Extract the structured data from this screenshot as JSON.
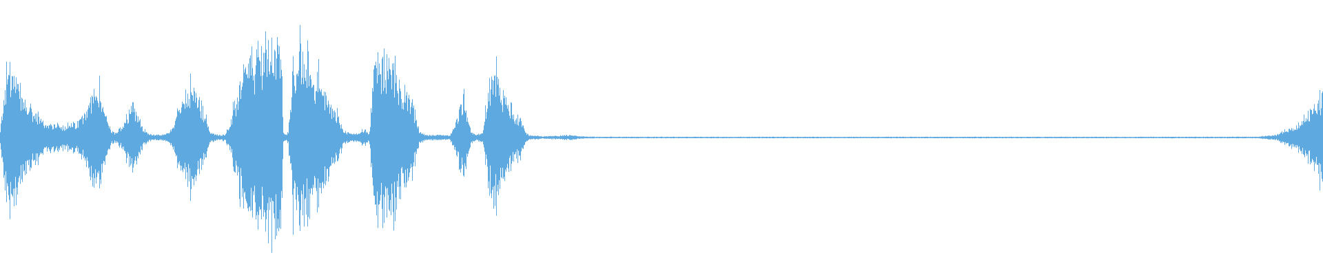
{
  "waveform": {
    "color": "#5ea9e0",
    "description_free": true,
    "envelope": [
      [
        0.0,
        0.05
      ],
      [
        0.003,
        0.35
      ],
      [
        0.006,
        0.55
      ],
      [
        0.008,
        0.6
      ],
      [
        0.011,
        0.45
      ],
      [
        0.015,
        0.38
      ],
      [
        0.02,
        0.28
      ],
      [
        0.025,
        0.22
      ],
      [
        0.03,
        0.14
      ],
      [
        0.04,
        0.1
      ],
      [
        0.05,
        0.1
      ],
      [
        0.058,
        0.11
      ],
      [
        0.063,
        0.2
      ],
      [
        0.068,
        0.32
      ],
      [
        0.072,
        0.4
      ],
      [
        0.076,
        0.32
      ],
      [
        0.08,
        0.18
      ],
      [
        0.084,
        0.05
      ],
      [
        0.088,
        0.04
      ],
      [
        0.092,
        0.1
      ],
      [
        0.096,
        0.2
      ],
      [
        0.1,
        0.32
      ],
      [
        0.104,
        0.2
      ],
      [
        0.108,
        0.07
      ],
      [
        0.113,
        0.03
      ],
      [
        0.12,
        0.02
      ],
      [
        0.126,
        0.03
      ],
      [
        0.131,
        0.1
      ],
      [
        0.136,
        0.28
      ],
      [
        0.141,
        0.36
      ],
      [
        0.146,
        0.4
      ],
      [
        0.151,
        0.3
      ],
      [
        0.155,
        0.2
      ],
      [
        0.159,
        0.04
      ],
      [
        0.165,
        0.02
      ],
      [
        0.17,
        0.03
      ],
      [
        0.175,
        0.15
      ],
      [
        0.18,
        0.38
      ],
      [
        0.185,
        0.55
      ],
      [
        0.19,
        0.65
      ],
      [
        0.195,
        0.7
      ],
      [
        0.2,
        0.75
      ],
      [
        0.205,
        0.82
      ],
      [
        0.208,
        0.78
      ],
      [
        0.212,
        0.8
      ],
      [
        0.214,
        0.05
      ],
      [
        0.216,
        0.02
      ],
      [
        0.218,
        0.05
      ],
      [
        0.221,
        0.55
      ],
      [
        0.226,
        0.65
      ],
      [
        0.232,
        0.6
      ],
      [
        0.238,
        0.52
      ],
      [
        0.244,
        0.4
      ],
      [
        0.25,
        0.28
      ],
      [
        0.256,
        0.18
      ],
      [
        0.26,
        0.06
      ],
      [
        0.265,
        0.03
      ],
      [
        0.27,
        0.04
      ],
      [
        0.276,
        0.06
      ],
      [
        0.279,
        0.03
      ],
      [
        0.283,
        0.6
      ],
      [
        0.29,
        0.65
      ],
      [
        0.296,
        0.58
      ],
      [
        0.302,
        0.48
      ],
      [
        0.308,
        0.35
      ],
      [
        0.313,
        0.22
      ],
      [
        0.317,
        0.05
      ],
      [
        0.322,
        0.02
      ],
      [
        0.33,
        0.02
      ],
      [
        0.34,
        0.02
      ],
      [
        0.344,
        0.1
      ],
      [
        0.348,
        0.28
      ],
      [
        0.352,
        0.25
      ],
      [
        0.356,
        0.05
      ],
      [
        0.36,
        0.02
      ],
      [
        0.365,
        0.05
      ],
      [
        0.369,
        0.38
      ],
      [
        0.373,
        0.5
      ],
      [
        0.378,
        0.4
      ],
      [
        0.383,
        0.3
      ],
      [
        0.388,
        0.22
      ],
      [
        0.393,
        0.15
      ],
      [
        0.397,
        0.05
      ],
      [
        0.4,
        0.02
      ],
      [
        0.41,
        0.01
      ],
      [
        0.42,
        0.015
      ],
      [
        0.43,
        0.02
      ],
      [
        0.44,
        0.01
      ],
      [
        0.45,
        0.006
      ],
      [
        0.5,
        0.006
      ],
      [
        0.6,
        0.006
      ],
      [
        0.7,
        0.006
      ],
      [
        0.8,
        0.006
      ],
      [
        0.9,
        0.006
      ],
      [
        0.95,
        0.007
      ],
      [
        0.965,
        0.02
      ],
      [
        0.972,
        0.06
      ],
      [
        0.98,
        0.1
      ],
      [
        0.988,
        0.15
      ],
      [
        0.994,
        0.28
      ],
      [
        1.0,
        0.32
      ]
    ]
  }
}
